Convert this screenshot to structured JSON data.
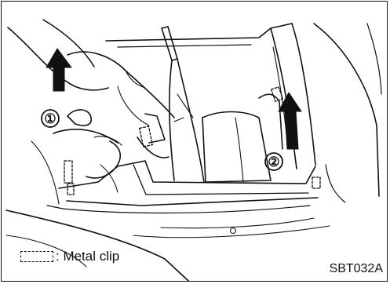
{
  "figure": {
    "steps": [
      {
        "number": "①"
      },
      {
        "number": "②"
      }
    ],
    "legend": {
      "label": ": Metal clip"
    },
    "code": "SBT032A"
  }
}
